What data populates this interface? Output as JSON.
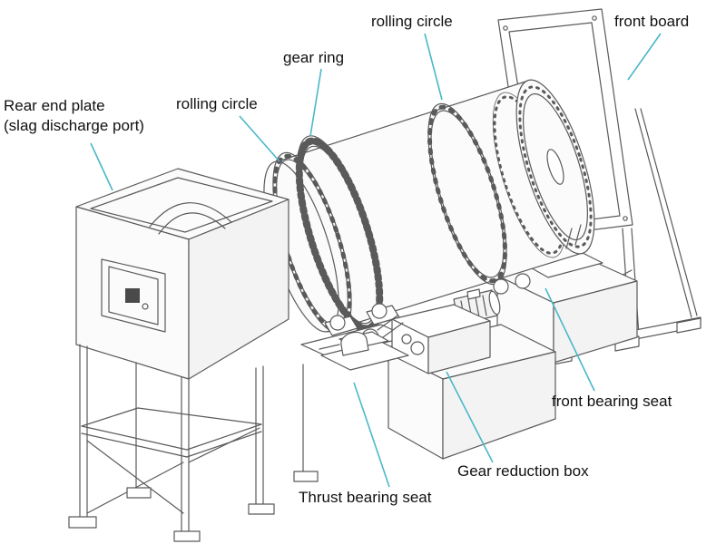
{
  "colors": {
    "leader_line": "#4bb8c8",
    "drawing_line": "#5a5a5a",
    "text": "#111111",
    "background": "#ffffff"
  },
  "labels": {
    "rear_end_plate": {
      "line1": "Rear end plate",
      "line2": "(slag discharge port)"
    },
    "rolling_circle_left": "rolling circle",
    "gear_ring": "gear ring",
    "rolling_circle_top": "rolling circle",
    "front_board": "front board",
    "front_bearing_seat": "front bearing seat",
    "gear_reduction_box": "Gear reduction box",
    "thrust_bearing_seat": "Thrust bearing seat"
  }
}
